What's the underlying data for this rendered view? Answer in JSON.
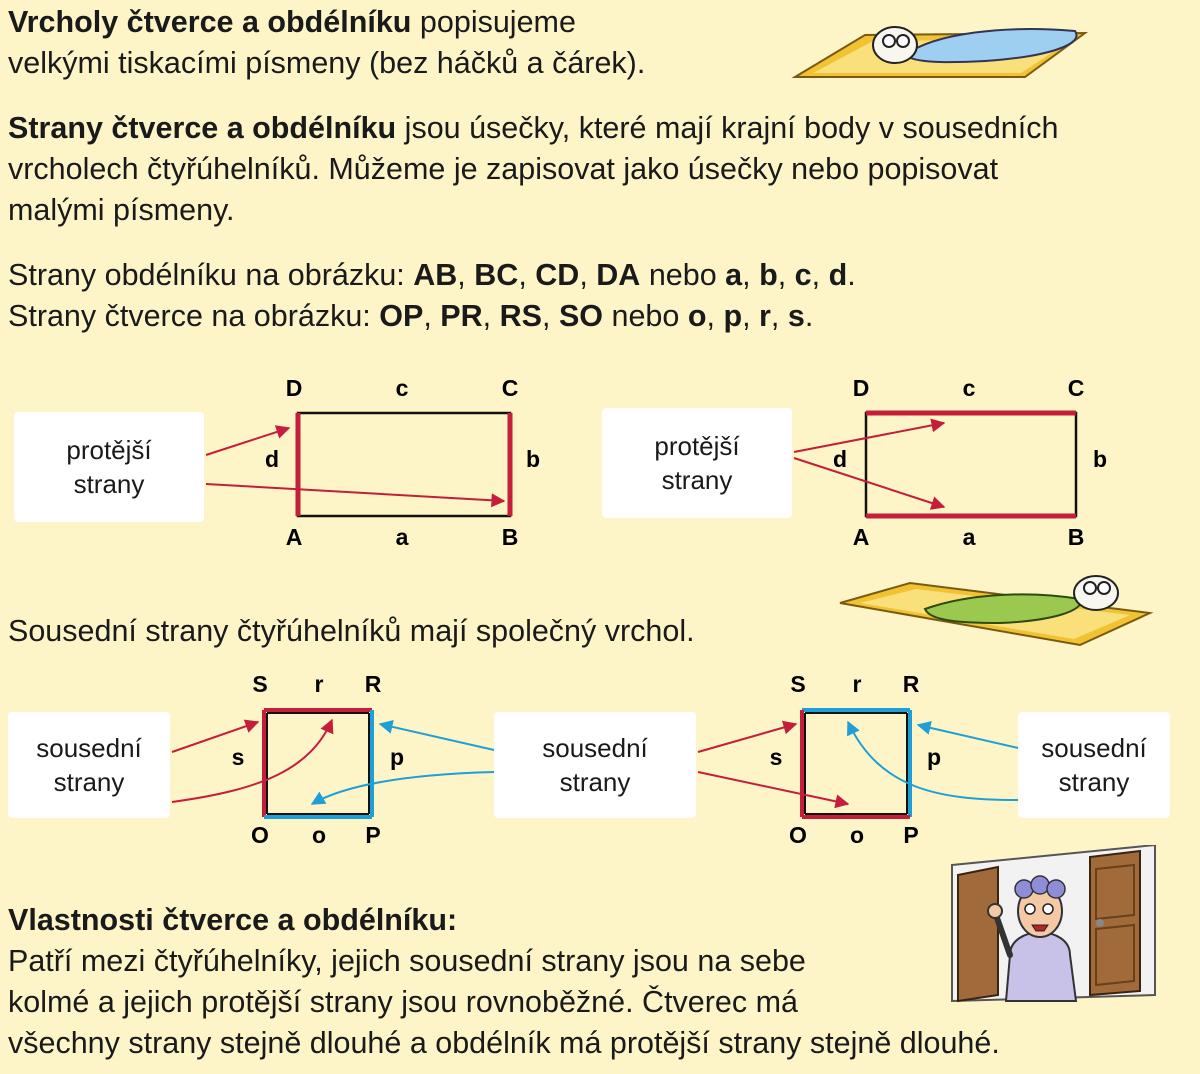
{
  "vertices_text": {
    "bold": "Vrcholy čtverce a obdélníku",
    "line1_rest": " popisujeme",
    "line2": "velkými tiskacími písmeny (bez háčků a čárek)."
  },
  "sides_text": {
    "bold": "Strany čtverce a obdélníku",
    "line1_rest": " jsou úsečky, které mají krajní body v sousedních",
    "line2": "vrcholech čtyřúhelníků. Můžeme je zapisovat jako úsečky nebo popisovat",
    "line3": "malými písmeny."
  },
  "rect_sides": {
    "prefix": "Strany obdélníku na obrázku: ",
    "segments": [
      "AB",
      "BC",
      "CD",
      "DA"
    ],
    "or": " nebo ",
    "letters": [
      "a",
      "b",
      "c",
      "d"
    ],
    "sep": ", ",
    "end": "."
  },
  "square_sides": {
    "prefix": "Strany čtverce na obrázku: ",
    "segments": [
      "OP",
      "PR",
      "RS",
      "SO"
    ],
    "or": " nebo ",
    "letters": [
      "o",
      "p",
      "r",
      "s"
    ],
    "sep": ", ",
    "end": "."
  },
  "opposite_label": [
    "protější",
    "strany"
  ],
  "adjacent_label": [
    "sousední",
    "strany"
  ],
  "rect_labels": {
    "A": "A",
    "B": "B",
    "C": "C",
    "D": "D",
    "a": "a",
    "b": "b",
    "c": "c",
    "d": "d"
  },
  "square_labels": {
    "O": "O",
    "P": "P",
    "R": "R",
    "S": "S",
    "o": "o",
    "p": "p",
    "r": "r",
    "s": "s"
  },
  "adjacent_sentence": "Sousední strany čtyřúhelníků mají společný vrchol.",
  "properties": {
    "title": "Vlastnosti čtverce a obdélníku:",
    "line1": "Patří mezi čtyřúhelníky, jejich sousední strany jsou na sebe",
    "line2": "kolmé a jejich protější strany jsou rovnoběžné. Čtverec má",
    "line3": "všechny strany stejně dlouhé a obdélník má protější strany stejně dlouhé."
  },
  "colors": {
    "red": "#c41e3a",
    "blue": "#1ea0d6",
    "black": "#111111",
    "background": "#fdf4c8"
  },
  "icons": [
    "sleeping-on-mat-illustration-1",
    "sleeping-on-mat-illustration-2",
    "angry-woman-at-door-illustration"
  ]
}
